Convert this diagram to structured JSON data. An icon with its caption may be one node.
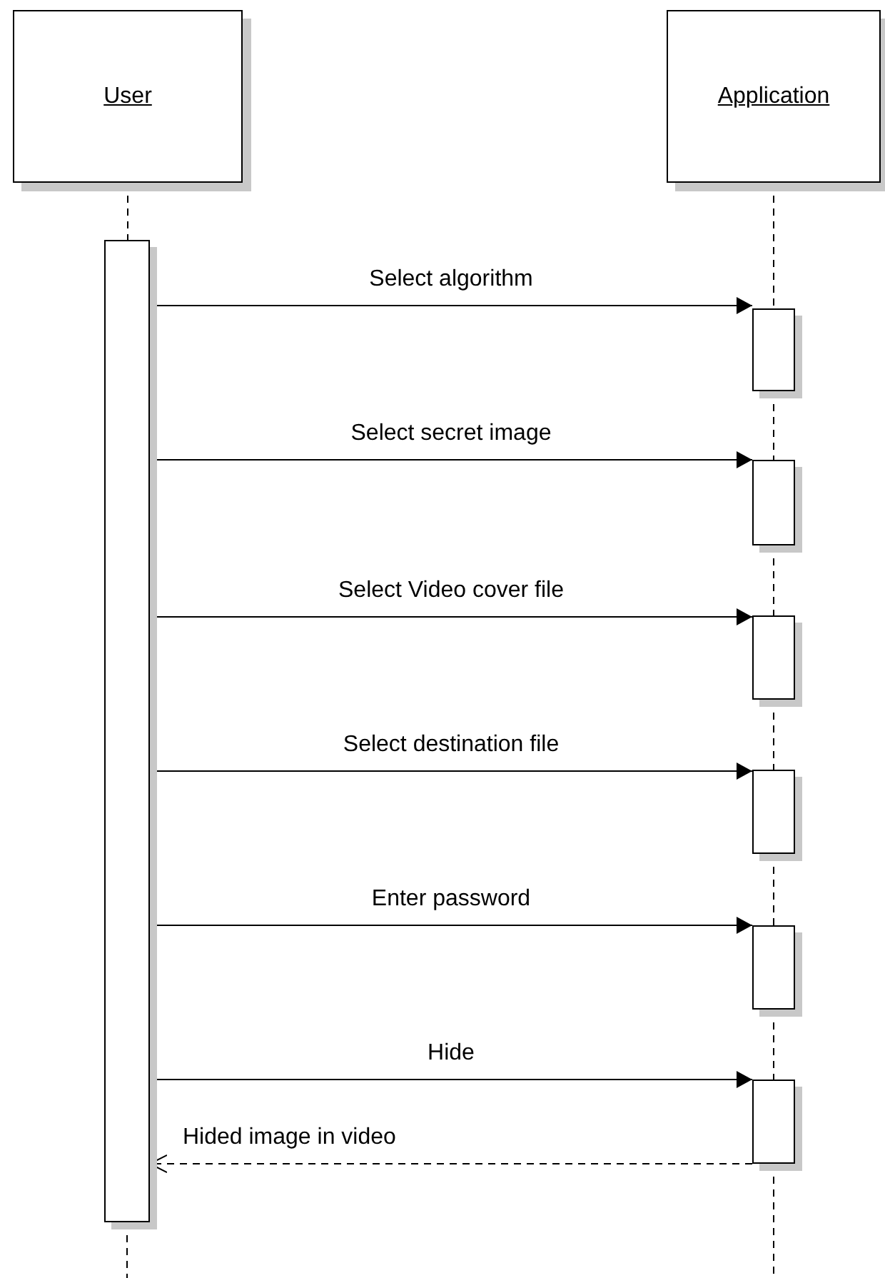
{
  "diagram": {
    "nodes": [
      {
        "text": [
          "User"
        ]
      },
      {
        "text": [
          "Application"
        ]
      },
      {
        "text": [],
        "shape": "bar"
      },
      {
        "text": [],
        "shape": "bar"
      },
      {
        "text": [],
        "shape": "bar"
      },
      {
        "text": [],
        "shape": "bar"
      },
      {
        "text": [],
        "shape": "bar"
      },
      {
        "text": [],
        "shape": "bar"
      },
      {
        "text": [],
        "shape": "bar"
      }
    ],
    "edges": [
      {
        "from": 0,
        "to": 2,
        "arrow": "none",
        "style": "dashed"
      },
      {
        "from": 2,
        "to": null,
        "arrow": "none",
        "style": "dashed"
      },
      {
        "from": 1,
        "to": 3,
        "arrow": "none",
        "style": "dashed"
      },
      {
        "from": 3,
        "to": 4,
        "arrow": "none",
        "style": "dashed"
      },
      {
        "from": 4,
        "to": 5,
        "arrow": "none",
        "style": "dashed"
      },
      {
        "from": 5,
        "to": 6,
        "arrow": "none",
        "style": "dashed"
      },
      {
        "from": 6,
        "to": 7,
        "arrow": "none",
        "style": "dashed"
      },
      {
        "from": 7,
        "to": 8,
        "arrow": "none",
        "style": "dashed"
      },
      {
        "from": 8,
        "to": null,
        "arrow": "none",
        "style": "dashed"
      },
      {
        "from": 2,
        "to": 3,
        "arrow": "to",
        "label": "Select algorithm"
      },
      {
        "from": 2,
        "to": 4,
        "arrow": "to",
        "label": "Select secret image"
      },
      {
        "from": 2,
        "to": 5,
        "arrow": "to",
        "label": "Select Video cover file"
      },
      {
        "from": 2,
        "to": 6,
        "arrow": "to",
        "label": "Select destination file"
      },
      {
        "from": 2,
        "to": 7,
        "arrow": "to",
        "label": "Enter password"
      },
      {
        "from": 2,
        "to": 8,
        "arrow": "to",
        "label": "Hide"
      },
      {
        "from": 8,
        "to": 2,
        "arrow": "to",
        "label": "Hided image in video",
        "style": "dashed"
      }
    ]
  }
}
